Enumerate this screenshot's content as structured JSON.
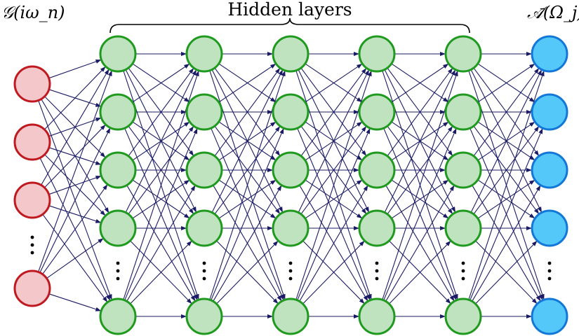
{
  "labels": {
    "input": "𝒢(iω_n)",
    "hidden": "Hidden layers",
    "output": "𝒜̄(Ω_j)"
  },
  "colors": {
    "edge": "#1b1b66",
    "input_fill": "#f4c7cb",
    "input_stroke": "#c0191f",
    "hidden_fill": "#bfe3bf",
    "hidden_stroke": "#1f9a1f",
    "output_fill": "#55c8fa",
    "output_stroke": "#1377d8",
    "dots": "#000000"
  },
  "network": {
    "input_layer": {
      "nodes": 4,
      "ellipsis": true
    },
    "hidden_layers": [
      {
        "nodes": 5,
        "ellipsis": true
      },
      {
        "nodes": 5,
        "ellipsis": true
      },
      {
        "nodes": 5,
        "ellipsis": true
      },
      {
        "nodes": 5,
        "ellipsis": true
      },
      {
        "nodes": 5,
        "ellipsis": true
      }
    ],
    "output_layer": {
      "nodes": 5,
      "ellipsis": true
    },
    "connectivity": "fully-connected"
  }
}
